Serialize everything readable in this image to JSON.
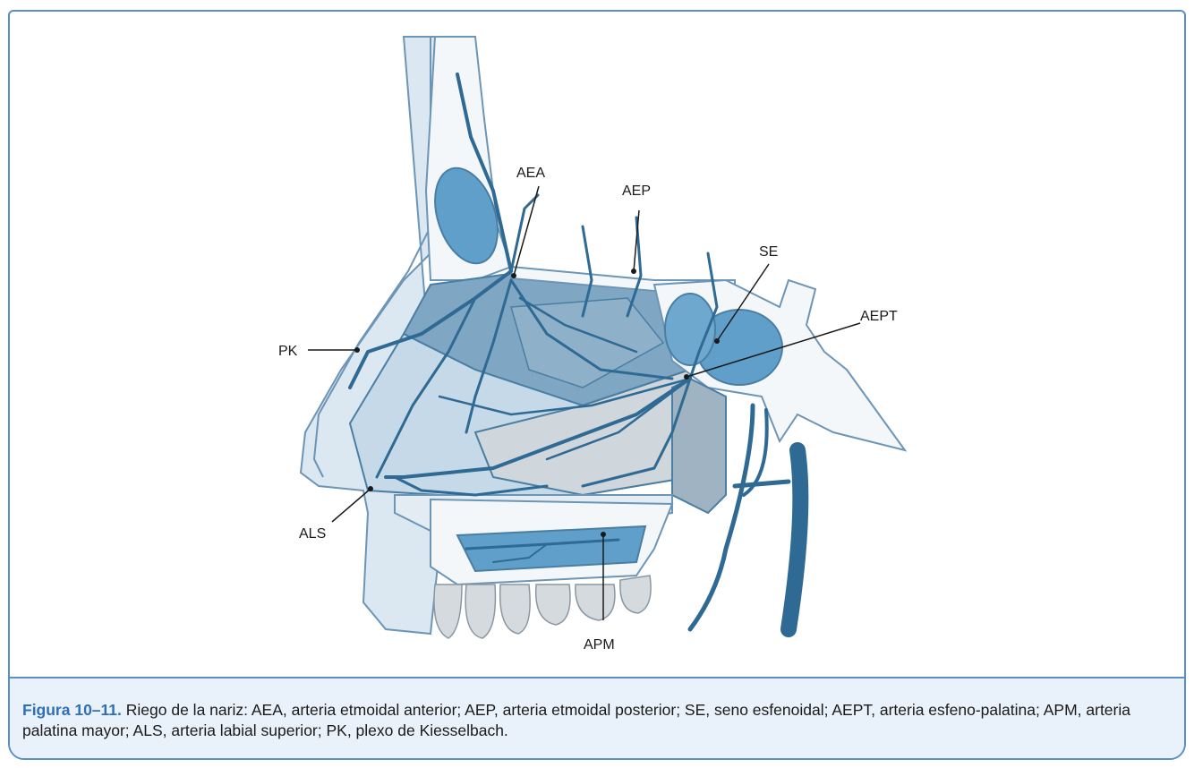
{
  "labels": {
    "aea": "AEA",
    "aep": "AEP",
    "se": "SE",
    "aept": "AEPT",
    "pk": "PK",
    "als": "ALS",
    "apm": "APM"
  },
  "caption": {
    "label": "Figura 10–11.",
    "text": " Riego de la nariz: AEA, arteria etmoidal anterior; AEP, arteria etmoidal posterior; SE, seno esfenoidal; AEPT, arteria esfeno-palatina; APM, arteria palatina mayor; ALS, arteria labial superior; PK, plexo de Kiesselbach."
  },
  "colors": {
    "frame": "#5b8fc9",
    "caption_bg": "#e9f1fa",
    "caption_label": "#2f6fb6",
    "artery": "#2e6a93",
    "bone": "#f3f7fa",
    "tissue_light": "#c5d9e8",
    "tissue_mid": "#7fa7c4",
    "tissue_gray": "#cfd6dc",
    "sinus": "#5f9fc9"
  }
}
